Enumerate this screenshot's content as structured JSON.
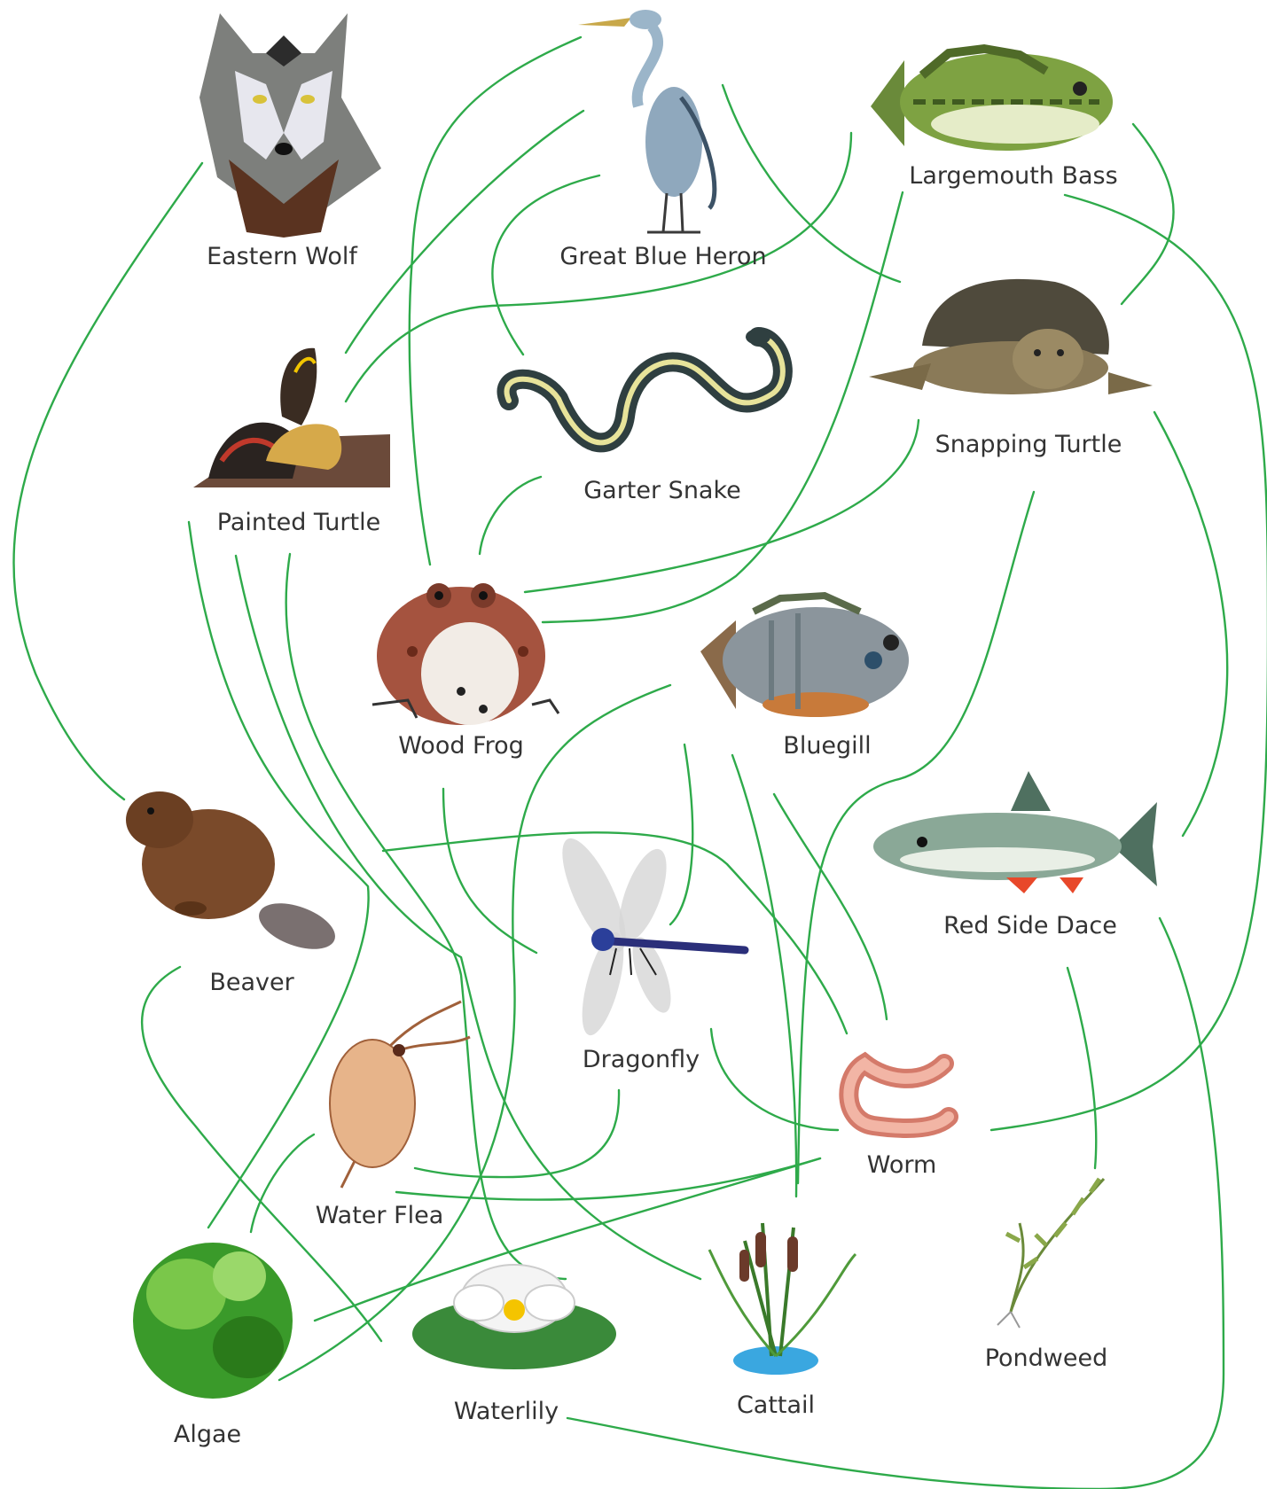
{
  "organisms": {
    "eastern_wolf": "Eastern Wolf",
    "great_blue_heron": "Great Blue Heron",
    "largemouth_bass": "Largemouth Bass",
    "snapping_turtle": "Snapping Turtle",
    "painted_turtle": "Painted Turtle",
    "garter_snake": "Garter Snake",
    "wood_frog": "Wood Frog",
    "bluegill": "Bluegill",
    "red_side_dace": "Red Side Dace",
    "beaver": "Beaver",
    "dragonfly": "Dragonfly",
    "worm": "Worm",
    "water_flea": "Water Flea",
    "cattail": "Cattail",
    "pondweed": "Pondweed",
    "algae": "Algae",
    "waterlily": "Waterlily"
  },
  "colors": {
    "link_line": "#2eaa4a",
    "label_text": "#333333",
    "background": "#ffffff"
  }
}
